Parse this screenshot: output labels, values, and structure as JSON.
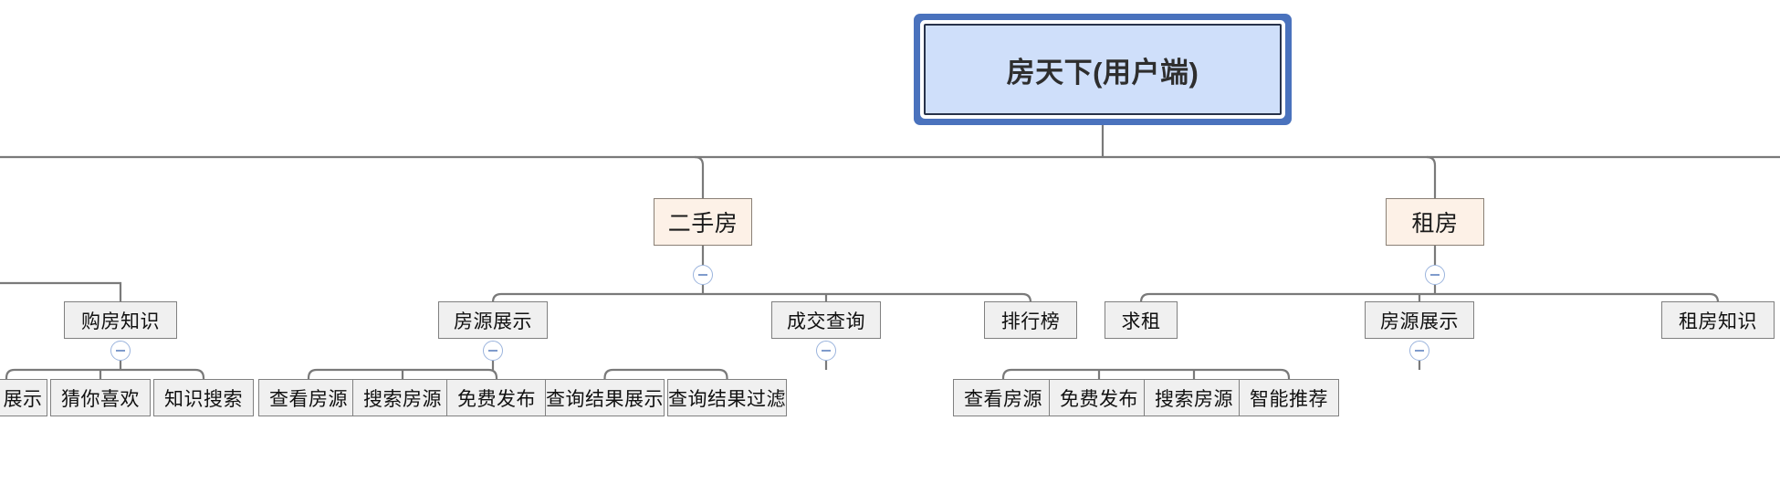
{
  "diagram": {
    "type": "mind-map-tree",
    "title": "房天下(用户端)",
    "orientation": "top-down",
    "colors": {
      "root_fill": "#cfdffa",
      "root_border": "#27324a",
      "root_selection_ring": "#4a72bd",
      "level2_fill": "#fdf1e7",
      "level2_border": "#8a8076",
      "node_fill": "#f0f0f0",
      "node_border": "#808080",
      "connector": "#7a7a7a",
      "toggle_border": "#9bb4dd",
      "background": "#ffffff"
    }
  },
  "root": {
    "label": "房天下(用户端)"
  },
  "level2": [
    {
      "id": "ershoufang",
      "label": "二手房",
      "toggle": "collapse-minus"
    },
    {
      "id": "zufang",
      "label": "租房",
      "toggle": "collapse-minus"
    }
  ],
  "level3": [
    {
      "id": "goufangzhishi",
      "label": "购房知识",
      "parent": "offscreen-left",
      "toggle": "collapse-minus"
    },
    {
      "id": "fangyuanzhanshi-1",
      "label": "房源展示",
      "parent": "ershoufang",
      "toggle": "collapse-minus"
    },
    {
      "id": "chengjiaochaxun",
      "label": "成交查询",
      "parent": "ershoufang",
      "toggle": "collapse-minus"
    },
    {
      "id": "paihangbang",
      "label": "排行榜",
      "parent": "ershoufang",
      "toggle": null
    },
    {
      "id": "qiuzu",
      "label": "求租",
      "parent": "zufang",
      "toggle": null
    },
    {
      "id": "fangyuanzhanshi-2",
      "label": "房源展示",
      "parent": "zufang",
      "toggle": "collapse-minus"
    },
    {
      "id": "zufangzhishi",
      "label": "租房知识",
      "parent": "zufang",
      "toggle": null
    }
  ],
  "leaves": [
    {
      "id": "leaf-zhanshi",
      "label": "展示",
      "parent": "goufangzhishi",
      "truncated": true
    },
    {
      "id": "leaf-cainixihuan",
      "label": "猜你喜欢",
      "parent": "goufangzhishi"
    },
    {
      "id": "leaf-zhishisousuo",
      "label": "知识搜索",
      "parent": "goufangzhishi"
    },
    {
      "id": "leaf-chakanfangyuan-1",
      "label": "查看房源",
      "parent": "fangyuanzhanshi-1"
    },
    {
      "id": "leaf-sousuofangyuan-1",
      "label": "搜索房源",
      "parent": "fangyuanzhanshi-1"
    },
    {
      "id": "leaf-mianfeifabu-1",
      "label": "免费发布",
      "parent": "fangyuanzhanshi-1"
    },
    {
      "id": "leaf-chaxunjieguozhanshi",
      "label": "查询结果展示",
      "parent": "chengjiaochaxun"
    },
    {
      "id": "leaf-chaxunjieguoguolv",
      "label": "查询结果过滤",
      "parent": "chengjiaochaxun"
    },
    {
      "id": "leaf-chakanfangyuan-2",
      "label": "查看房源",
      "parent": "fangyuanzhanshi-2"
    },
    {
      "id": "leaf-mianfeifabu-2",
      "label": "免费发布",
      "parent": "fangyuanzhanshi-2"
    },
    {
      "id": "leaf-sousuofangyuan-2",
      "label": "搜索房源",
      "parent": "fangyuanzhanshi-2"
    },
    {
      "id": "leaf-zhinengtuijian",
      "label": "智能推荐",
      "parent": "fangyuanzhanshi-2"
    }
  ]
}
